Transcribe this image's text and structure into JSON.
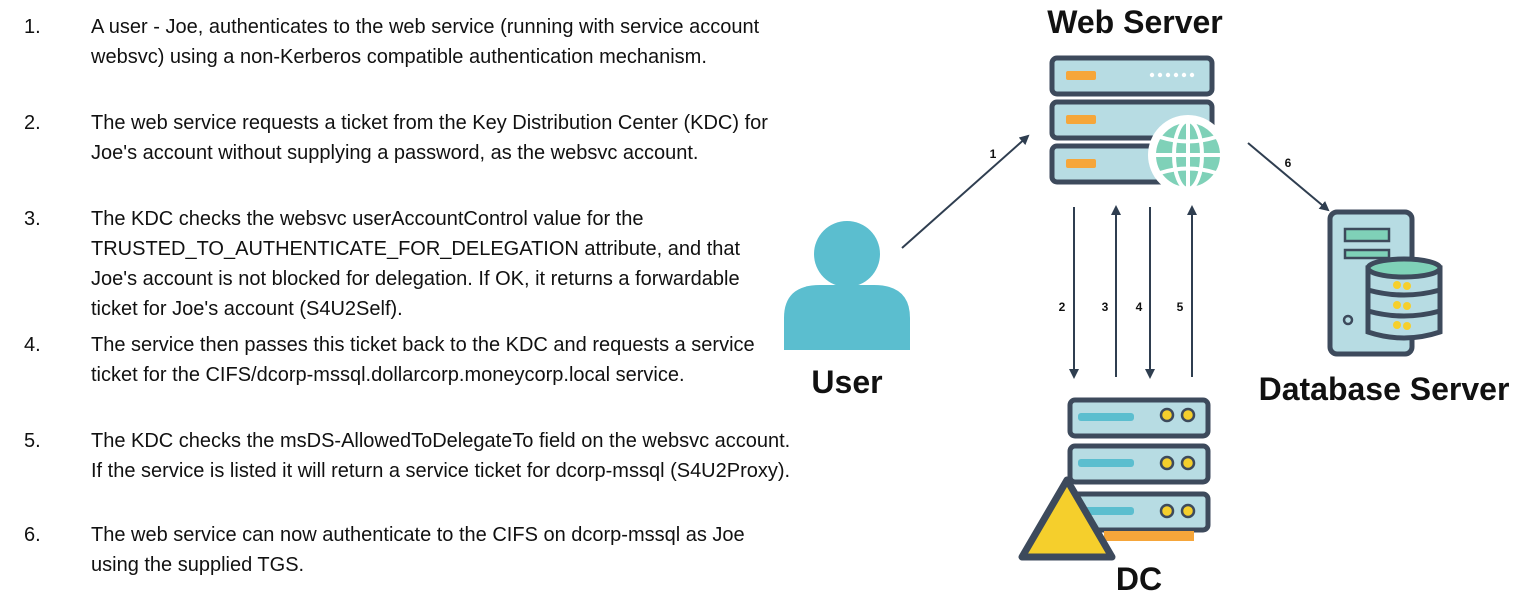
{
  "steps": [
    {
      "num": "1.",
      "text": "A user - Joe,  authenticates to the web service (running with service account websvc) using a non-Kerberos compatible authentication mechanism."
    },
    {
      "num": "2.",
      "text": "The web service requests a ticket from the Key Distribution Center (KDC) for Joe's account without supplying a password, as the websvc account."
    },
    {
      "num": "3.",
      "text": "The KDC checks the websvc userAccountControl value for the TRUSTED_TO_AUTHENTICATE_FOR_DELEGATION attribute, and that Joe's account is not blocked for delegation. If OK, it returns a forwardable ticket for Joe's account (S4U2Self)."
    },
    {
      "num": "4.",
      "text": "The service then passes this ticket back to the KDC and requests a service ticket for the CIFS/dcorp-mssql.dollarcorp.moneycorp.local service."
    },
    {
      "num": "5.",
      "text": "The KDC checks the msDS-AllowedToDelegateTo field on the websvc account. If the service is listed it will return a service ticket for dcorp-mssql (S4U2Proxy)."
    },
    {
      "num": "6.",
      "text": "The web service can now authenticate to the CIFS on dcorp-mssql as Joe using the supplied TGS."
    }
  ],
  "diagram": {
    "web_server_label": "Web Server",
    "user_label": "User",
    "dc_label": "DC",
    "db_label": "Database Server",
    "arrow_labels": [
      "1",
      "2",
      "3",
      "4",
      "5",
      "6"
    ]
  },
  "colors": {
    "server_body": "#b7dce3",
    "server_outline": "#3d4a5c",
    "accent_orange": "#f6a63a",
    "globe": "#7fd1b8",
    "user": "#5bbecf",
    "warning": "#f5cf2c",
    "db_teal": "#7fd1b8",
    "arrow": "#2f3e50"
  }
}
